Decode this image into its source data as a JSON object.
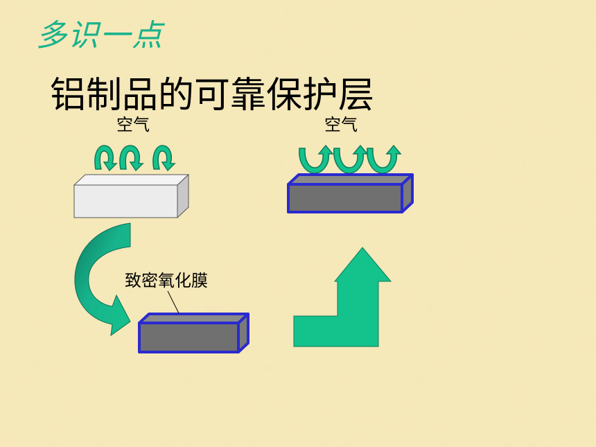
{
  "slide": {
    "subtitle": "多识一点",
    "title": "铝制品的可靠保护层"
  },
  "labels": {
    "air_left": "空气",
    "air_right": "空气",
    "oxide_film": "致密氧化膜"
  },
  "colors": {
    "background": "#f6e8b8",
    "accent_green": "#17b38c",
    "arrow_fill": "#14c28c",
    "film_border": "#2a2ad0",
    "film_top": "#8a8a8a",
    "film_front": "#707070",
    "plain_block": "#ececec"
  }
}
